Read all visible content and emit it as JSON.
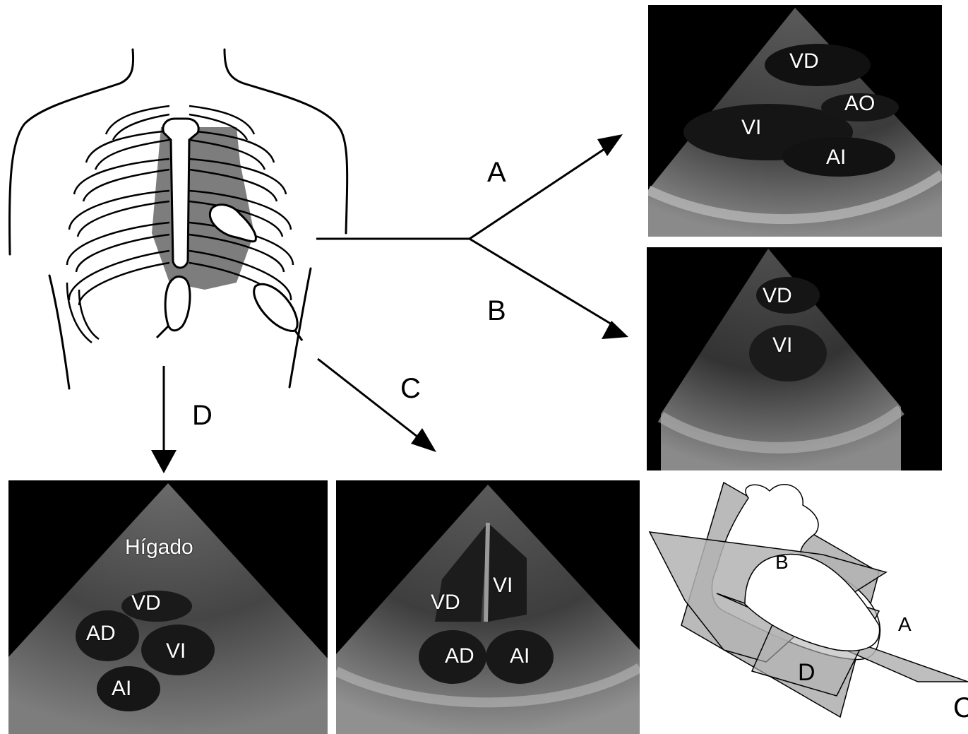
{
  "arrows": {
    "a": "A",
    "b": "B",
    "c": "C",
    "d": "D"
  },
  "views": {
    "a": {
      "vd": "VD",
      "ao": "AO",
      "vi": "VI",
      "ai": "AI"
    },
    "b": {
      "vd": "VD",
      "vi": "VI"
    },
    "d": {
      "higado": "Hígado",
      "vd": "VD",
      "ad": "AD",
      "vi": "VI",
      "ai": "AI"
    },
    "c": {
      "vd": "VD",
      "vi": "VI",
      "ad": "AD",
      "ai": "AI"
    }
  },
  "planes": {
    "a": "A",
    "b": "B",
    "c": "C",
    "d": "D"
  }
}
